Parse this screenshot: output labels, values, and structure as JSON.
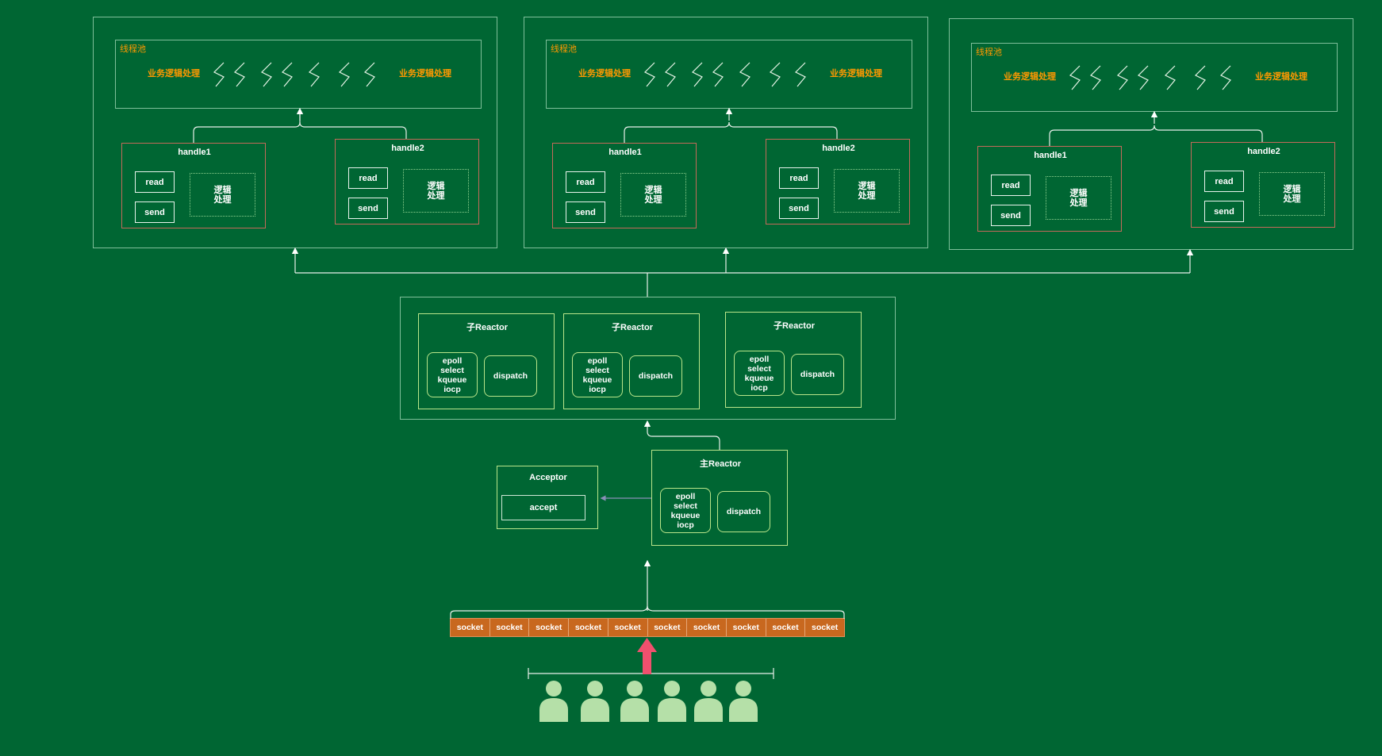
{
  "pools": [
    {
      "label": "线程池",
      "biz_left": "业务逻辑处理",
      "biz_right": "业务逻辑处理",
      "handles": [
        {
          "title": "handle1",
          "read": "read",
          "send": "send",
          "logic": "逻辑\n处理"
        },
        {
          "title": "handle2",
          "read": "read",
          "send": "send",
          "logic": "逻辑\n处理"
        }
      ]
    },
    {
      "label": "线程池",
      "biz_left": "业务逻辑处理",
      "biz_right": "业务逻辑处理",
      "handles": [
        {
          "title": "handle1",
          "read": "read",
          "send": "send",
          "logic": "逻辑\n处理"
        },
        {
          "title": "handle2",
          "read": "read",
          "send": "send",
          "logic": "逻辑\n处理"
        }
      ]
    },
    {
      "label": "线程池",
      "biz_left": "业务逻辑处理",
      "biz_right": "业务逻辑处理",
      "handles": [
        {
          "title": "handle1",
          "read": "read",
          "send": "send",
          "logic": "逻辑\n处理"
        },
        {
          "title": "handle2",
          "read": "read",
          "send": "send",
          "logic": "逻辑\n处理"
        }
      ]
    }
  ],
  "sub_reactors": [
    {
      "title": "子Reactor",
      "mux": "epoll\nselect\nkqueue\niocp",
      "dispatch": "dispatch"
    },
    {
      "title": "子Reactor",
      "mux": "epoll\nselect\nkqueue\niocp",
      "dispatch": "dispatch"
    },
    {
      "title": "子Reactor",
      "mux": "epoll\nselect\nkqueue\niocp",
      "dispatch": "dispatch"
    }
  ],
  "main_reactor": {
    "title": "主Reactor",
    "mux": "epoll\nselect\nkqueue\niocp",
    "dispatch": "dispatch"
  },
  "acceptor": {
    "title": "Acceptor",
    "accept": "accept"
  },
  "sockets": [
    "socket",
    "socket",
    "socket",
    "socket",
    "socket",
    "socket",
    "socket",
    "socket",
    "socket",
    "socket"
  ],
  "colors": {
    "background": "#006633",
    "pool_label": "#ff9900",
    "socket_fill": "#c8681f",
    "arrow_up": "#f0506e",
    "user_fill": "#b5e0a8"
  },
  "icons": {
    "user": "user-icon",
    "thread": "thread-wave-icon"
  },
  "user_count": 6
}
